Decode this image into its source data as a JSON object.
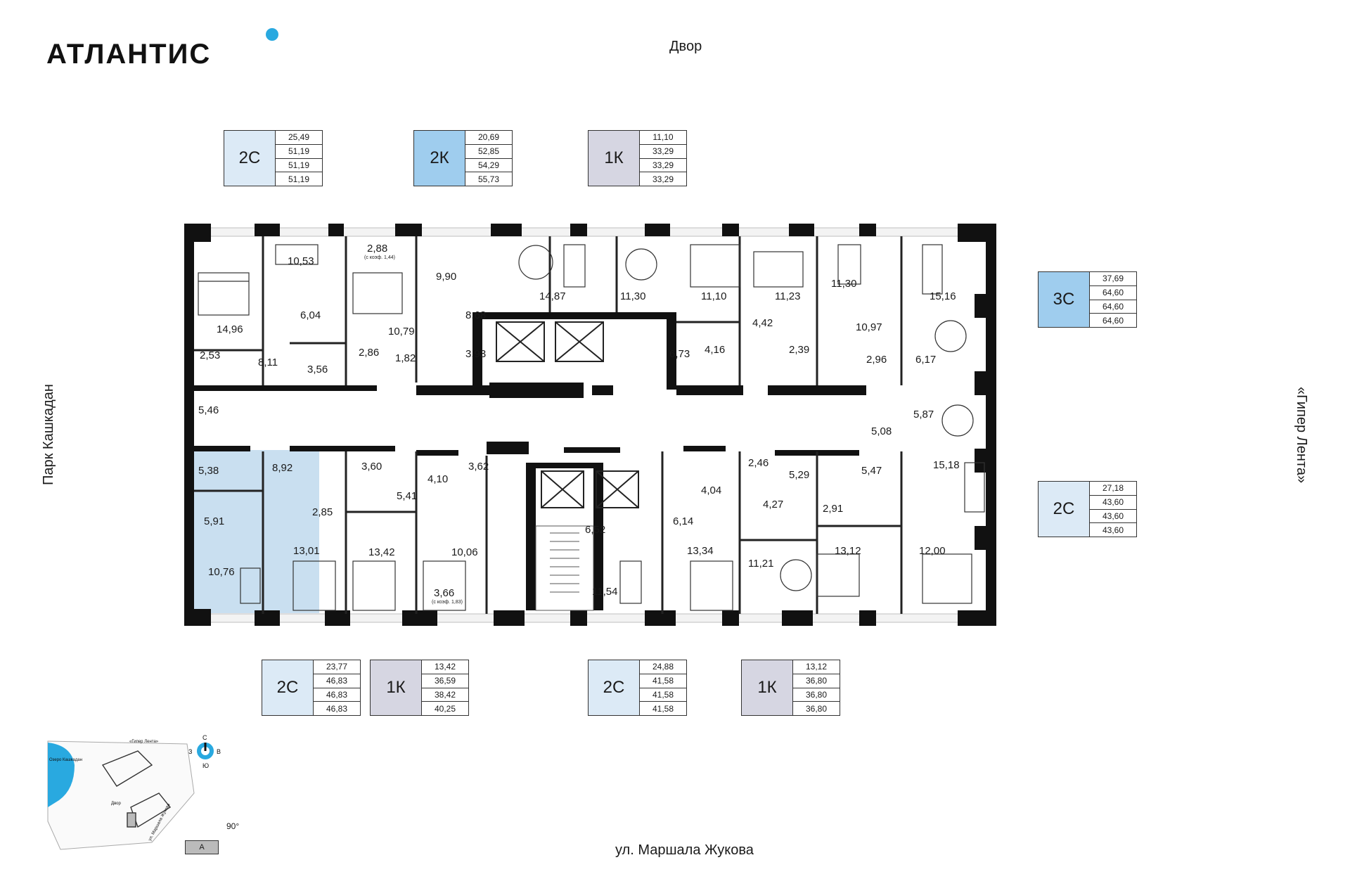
{
  "brand": {
    "logo_text": "АТЛАНТИС",
    "accent_color": "#29a9e0"
  },
  "streets": {
    "top": "Двор",
    "bottom": "ул. Маршала Жукова",
    "left": "Парк Кашкадан",
    "right": "«Гипер Лента»"
  },
  "colors": {
    "type_2C": "#dceaf6",
    "type_2K": "#9fcdee",
    "type_1K": "#d6d6e2",
    "type_3C": "#9fcdee",
    "highlight": "#c9dff0",
    "wall": "#111111"
  },
  "apartment_cards": [
    {
      "type": "2С",
      "color": "#dceaf6",
      "values": [
        "25,49",
        "51,19",
        "51,19",
        "51,19"
      ]
    },
    {
      "type": "2К",
      "color": "#9fcdee",
      "values": [
        "20,69",
        "52,85",
        "54,29",
        "55,73"
      ]
    },
    {
      "type": "1К",
      "color": "#d6d6e2",
      "values": [
        "11,10",
        "33,29",
        "33,29",
        "33,29"
      ]
    },
    {
      "type": "3С",
      "color": "#9fcdee",
      "values": [
        "37,69",
        "64,60",
        "64,60",
        "64,60"
      ]
    },
    {
      "type": "2С",
      "color": "#dceaf6",
      "values": [
        "27,18",
        "43,60",
        "43,60",
        "43,60"
      ]
    },
    {
      "type": "2С",
      "color": "#dceaf6",
      "values": [
        "23,77",
        "46,83",
        "46,83",
        "46,83"
      ]
    },
    {
      "type": "1К",
      "color": "#d6d6e2",
      "values": [
        "13,42",
        "36,59",
        "38,42",
        "40,25"
      ]
    },
    {
      "type": "2С",
      "color": "#dceaf6",
      "values": [
        "24,88",
        "41,58",
        "41,58",
        "41,58"
      ]
    },
    {
      "type": "1К",
      "color": "#d6d6e2",
      "values": [
        "13,12",
        "36,80",
        "36,80",
        "36,80"
      ]
    }
  ],
  "room_areas": [
    "10,53",
    "2,88",
    "9,90",
    "14,87",
    "11,30",
    "11,10",
    "11,30",
    "11,23",
    "15,16",
    "14,96",
    "6,04",
    "10,79",
    "8,68",
    "4,42",
    "10,97",
    "2,53",
    "8,11",
    "3,56",
    "2,86",
    "1,82",
    "3,93",
    "6,73",
    "4,16",
    "2,39",
    "2,96",
    "6,17",
    "5,46",
    "5,87",
    "5,08",
    "15,18",
    "5,38",
    "8,92",
    "3,60",
    "4,10",
    "3,62",
    "2,46",
    "5,29",
    "5,47",
    "4,04",
    "5,41",
    "4,27",
    "2,91",
    "5,91",
    "2,85",
    "6,52",
    "6,14",
    "13,42",
    "10,06",
    "13,01",
    "13,34",
    "13,12",
    "12,00",
    "10,76",
    "11,21",
    "11,54",
    "3,66"
  ],
  "room_notes": [
    "(с коэф. 1,44)",
    "(с коэф. 1,83)"
  ],
  "minimap": {
    "lake": "Озеро Кашкадан",
    "hyper": "«Гипер Лента»",
    "yard": "Двор",
    "street": "ул. Маршала Жукова",
    "compass": {
      "n": "С",
      "s": "Ю",
      "w": "З",
      "e": "В"
    },
    "rotation": "90°",
    "section": "А"
  }
}
